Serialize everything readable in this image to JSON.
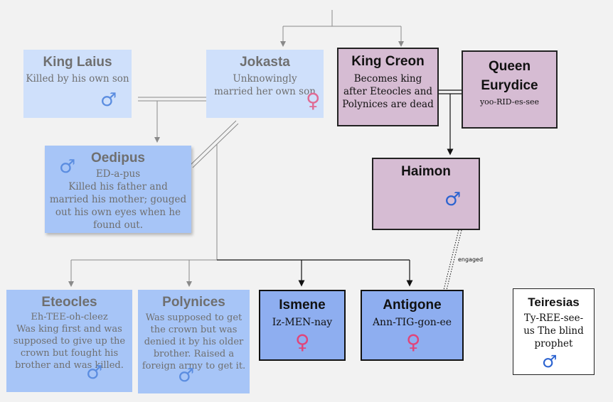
{
  "people": {
    "laius": {
      "name": "King Laius",
      "desc": "Killed by his own son",
      "gender": "♂"
    },
    "jokasta": {
      "name": "Jokasta",
      "desc": "Unknowingly married her own son",
      "gender": "♀"
    },
    "oedipus": {
      "name": "Oedipus",
      "pron": "ED-a-pus",
      "desc": "Killed his father and married his mother; gouged out his own eyes when he found out.",
      "gender": "♂"
    },
    "creon": {
      "name": "King Creon",
      "desc": "Becomes king after Eteocles and Polynices are dead"
    },
    "eurydice": {
      "name": "Queen Eurydice",
      "pron": "yoo-RID-es-see"
    },
    "haimon": {
      "name": "Haimon",
      "gender": "♂"
    },
    "eteocles": {
      "name": "Eteocles",
      "pron": "Eh-TEE-oh-cleez",
      "desc": "Was king first and was supposed to give up the crown but fought his brother and was killed.",
      "gender": "♂"
    },
    "polynices": {
      "name": "Polynices",
      "desc": "Was supposed to get the crown but was denied it by his older brother. Raised a foreign army to get it.",
      "gender": "♂"
    },
    "ismene": {
      "name": "Ismene",
      "pron": "Iz-MEN-nay",
      "gender": "♀"
    },
    "antigone": {
      "name": "Antigone",
      "pron": "Ann-TIG-gon-ee",
      "gender": "♀"
    },
    "teiresias": {
      "name": "Teiresias",
      "desc": "Ty-REE-see-us The blind prophet",
      "gender": "♂"
    }
  },
  "labels": {
    "engaged": "engaged"
  },
  "colors": {
    "faded_box": "#cfe0fb",
    "blue_box": "#a7c5f7",
    "bold_blue_box": "#8eaef0",
    "purple_box": "#d6bcd3",
    "male": "#2c63d0",
    "female": "#e0457a"
  }
}
